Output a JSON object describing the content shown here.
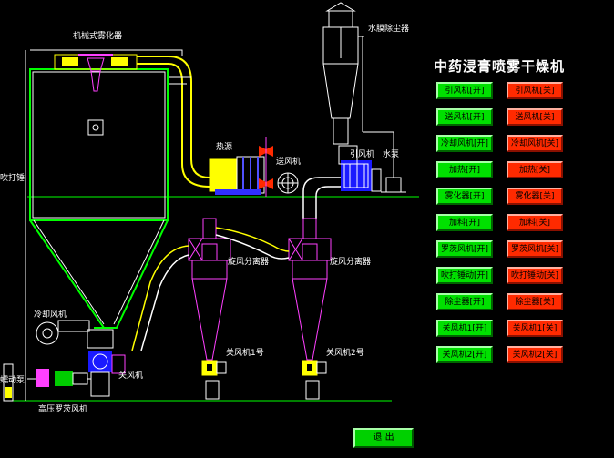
{
  "title": "中药浸膏喷雾干燥机",
  "labels": {
    "atomizer": "机械式雾化器",
    "dust_remover": "水膜除尘器",
    "heater": "热源",
    "blower": "送风机",
    "induced_fan": "引风机",
    "water_pump": "水泵",
    "blow_hammer": "吹打锤",
    "cyclone1": "旋风分离器",
    "cyclone2": "旋风分离器",
    "cooling_fan": "冷却风机",
    "pneumatic_pump": "蠕动泵",
    "closed_fan": "关风机",
    "valve1": "关风机1号",
    "valve2": "关风机2号",
    "roots_fan": "高压罗茨风机"
  },
  "controls": [
    {
      "on": "引风机[开]",
      "off": "引风机[关]"
    },
    {
      "on": "送风机[开]",
      "off": "送风机[关]"
    },
    {
      "on": "冷却风机[开]",
      "off": "冷却风机[关]"
    },
    {
      "on": "加热[开]",
      "off": "加热[关]"
    },
    {
      "on": "雾化器[开]",
      "off": "雾化器[关]"
    },
    {
      "on": "加料[开]",
      "off": "加料[关]"
    },
    {
      "on": "罗茨风机[开]",
      "off": "罗茨风机[关]"
    },
    {
      "on": "吹打锤动[开]",
      "off": "吹打锤动[关]"
    },
    {
      "on": "除尘器[开]",
      "off": "除尘器[关]"
    },
    {
      "on": "关风机1[开]",
      "off": "关风机1[关]"
    },
    {
      "on": "关风机2[开]",
      "off": "关风机2[关]"
    }
  ],
  "exit_label": "退 出",
  "colors": {
    "on": "#00e000",
    "off": "#ff2a00",
    "frame": "#ffffff",
    "pipe_yellow": "#ffff00",
    "cyclone": "#ff40ff",
    "tower": "#00ff00"
  }
}
